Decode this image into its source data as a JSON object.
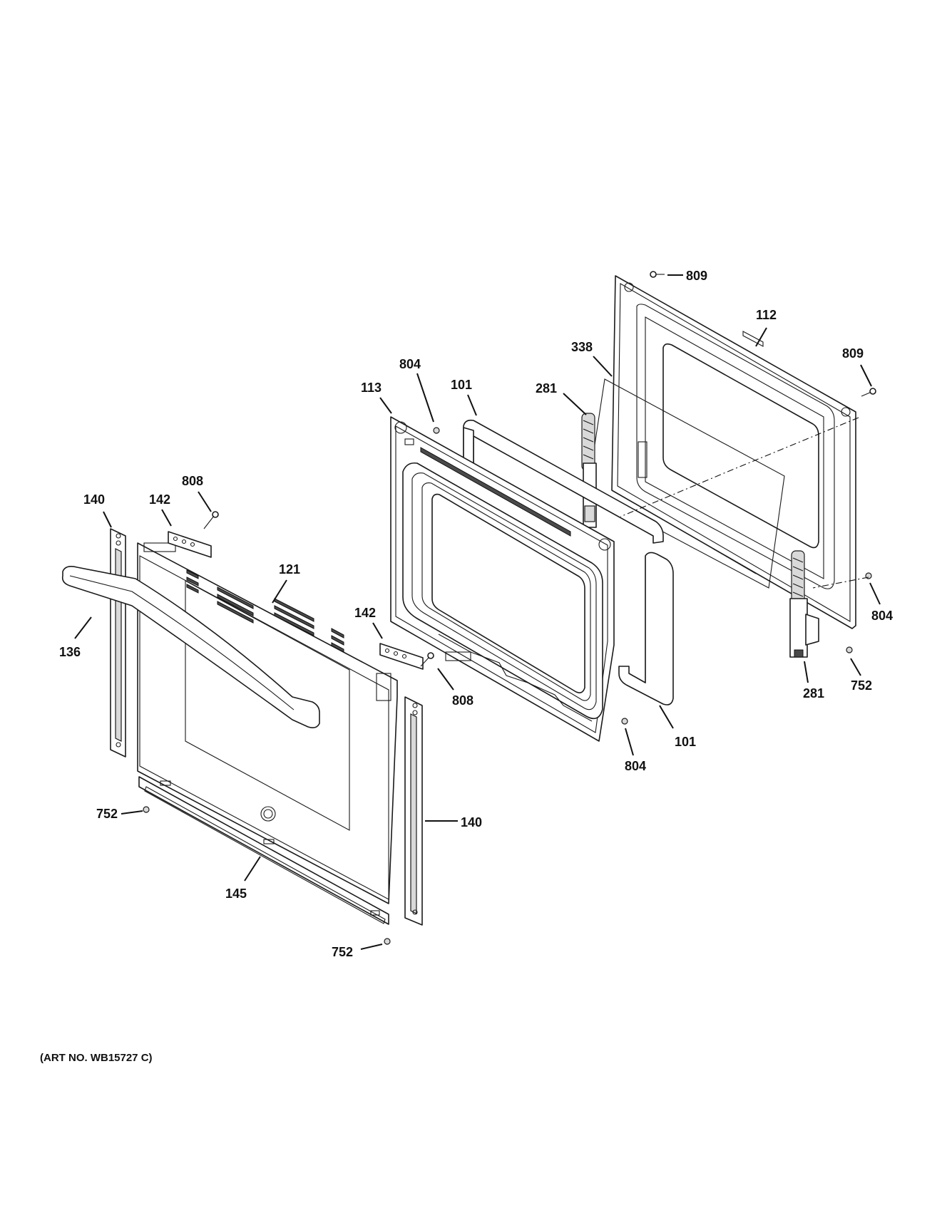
{
  "callouts": [
    {
      "id": "809-top",
      "text": "809"
    },
    {
      "id": "112",
      "text": "112"
    },
    {
      "id": "338",
      "text": "338"
    },
    {
      "id": "809-right",
      "text": "809"
    },
    {
      "id": "804-top",
      "text": "804"
    },
    {
      "id": "113",
      "text": "113"
    },
    {
      "id": "101-top",
      "text": "101"
    },
    {
      "id": "281-top",
      "text": "281"
    },
    {
      "id": "808-left",
      "text": "808"
    },
    {
      "id": "140-left",
      "text": "140"
    },
    {
      "id": "142-left",
      "text": "142"
    },
    {
      "id": "121",
      "text": "121"
    },
    {
      "id": "804-right",
      "text": "804"
    },
    {
      "id": "136",
      "text": "136"
    },
    {
      "id": "142-right",
      "text": "142"
    },
    {
      "id": "808-right",
      "text": "808"
    },
    {
      "id": "752-right",
      "text": "752"
    },
    {
      "id": "281-bottom",
      "text": "281"
    },
    {
      "id": "101-bottom",
      "text": "101"
    },
    {
      "id": "804-bottom",
      "text": "804"
    },
    {
      "id": "752-left",
      "text": "752"
    },
    {
      "id": "140-right",
      "text": "140"
    },
    {
      "id": "145",
      "text": "145"
    },
    {
      "id": "752-bottom",
      "text": "752"
    }
  ],
  "art_number": "(ART NO. WB15727 C)"
}
